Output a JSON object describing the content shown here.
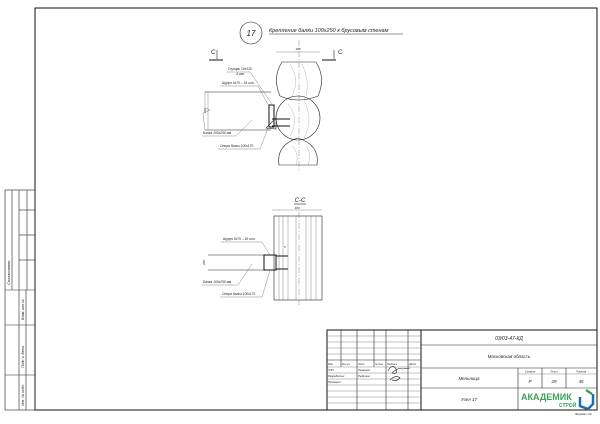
{
  "detail": {
    "number": "17",
    "title": "Крепление балки 100х250 к брусовым стенам",
    "section_mark": "С",
    "section_title": "С-С",
    "labels": {
      "lag_screw": "Глухарь 10х120",
      "lag_screw_qty": "4 шт.",
      "screw": "Шуруп 5х70 – 18 шт.",
      "beam": "Балка 100х250 мм",
      "support": "Опора балки 100х170"
    },
    "dims": {
      "width": "180",
      "beam_height": "250",
      "gap": "5"
    }
  },
  "title_block": {
    "code": "03/03-47-КД",
    "region": "Московская область",
    "object": "Мельница",
    "sheet_name": "Узел 17",
    "headers": [
      "Изм.",
      "Кол.уч",
      "Лист",
      "№ док.",
      "Подпись",
      "Дата"
    ],
    "people": [
      {
        "role": "ГИП",
        "name": "Лемешко"
      },
      {
        "role": "Разработал",
        "name": "Рыбкина"
      },
      {
        "role": "Проверил",
        "name": ""
      }
    ],
    "stage_label": "Стадия",
    "sheet_label": "Лист",
    "sheets_label": "Листов",
    "stage": "Р",
    "sheet": "29",
    "sheets": "45",
    "logo_main": "АКАДЕМИК",
    "logo_sub": "СТРОЙ",
    "format": "Формат А3",
    "logo_color": "#3aa35a",
    "logo_color2": "#1e6fb0"
  },
  "side_strip": {
    "agreed": "Согласовано",
    "replace_inv": "Взам. инв.№",
    "sign_date": "Подп. и дата",
    "inv_no": "Инв. № подл."
  }
}
